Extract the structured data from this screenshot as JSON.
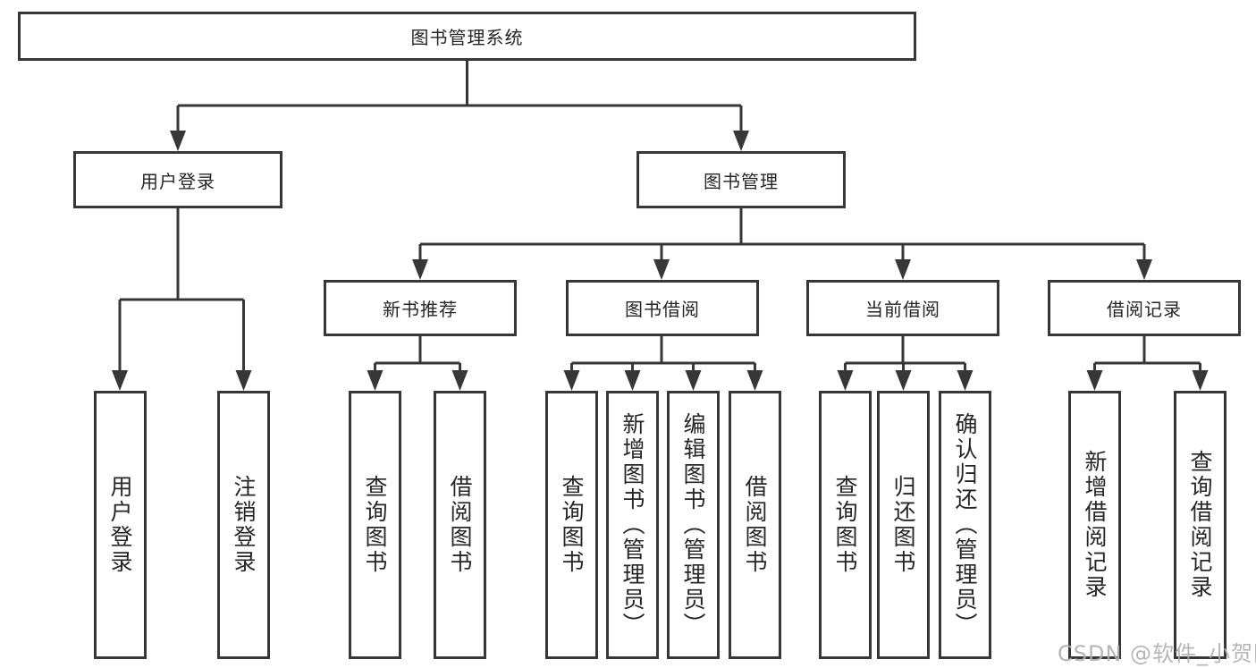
{
  "tree": {
    "root": {
      "label": "图书管理系统"
    },
    "branches": [
      {
        "label": "用户登录",
        "children": [
          {
            "label": "用户登录"
          },
          {
            "label": "注销登录"
          }
        ]
      },
      {
        "label": "图书管理",
        "children": [
          {
            "label": "新书推荐",
            "children": [
              {
                "label": "查询图书"
              },
              {
                "label": "借阅图书"
              }
            ]
          },
          {
            "label": "图书借阅",
            "children": [
              {
                "label": "查询图书"
              },
              {
                "label": "新增图书（管理员）"
              },
              {
                "label": "编辑图书（管理员）"
              },
              {
                "label": "借阅图书"
              }
            ]
          },
          {
            "label": "当前借阅",
            "children": [
              {
                "label": "查询图书"
              },
              {
                "label": "归还图书"
              },
              {
                "label": "确认归还（管理员）"
              }
            ]
          },
          {
            "label": "借阅记录",
            "children": [
              {
                "label": "新增借阅记录"
              },
              {
                "label": "查询借阅记录"
              }
            ]
          }
        ]
      }
    ]
  },
  "watermark": {
    "text": "CSDN @软件_小贺同学"
  },
  "colors": {
    "line": "#373737",
    "text": "#262626",
    "watermark": "#b0b0b0",
    "background": "#ffffff"
  }
}
